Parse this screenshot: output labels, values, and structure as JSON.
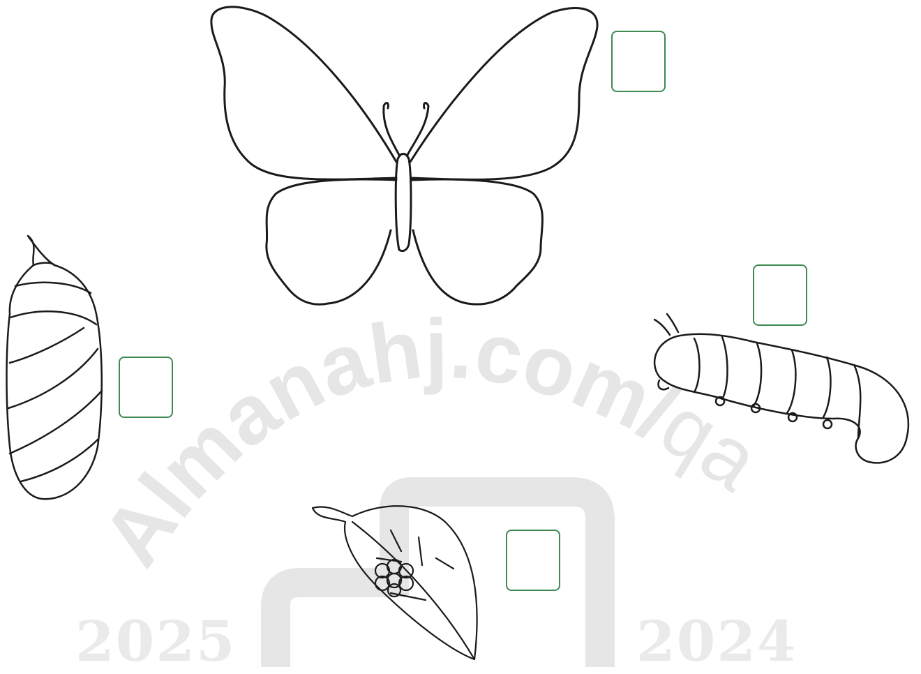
{
  "watermark": {
    "site": "Almanahj.com/",
    "region": "qa",
    "year_left": "2025",
    "year_right": "2024"
  },
  "stages": [
    {
      "name": "butterfly",
      "answer": ""
    },
    {
      "name": "caterpillar",
      "answer": ""
    },
    {
      "name": "pupa",
      "answer": ""
    },
    {
      "name": "eggs-on-leaf",
      "answer": ""
    }
  ],
  "colors": {
    "line": "#1a1a1a",
    "box_border": "#3e8a52",
    "watermark": "#e6e6e6"
  }
}
